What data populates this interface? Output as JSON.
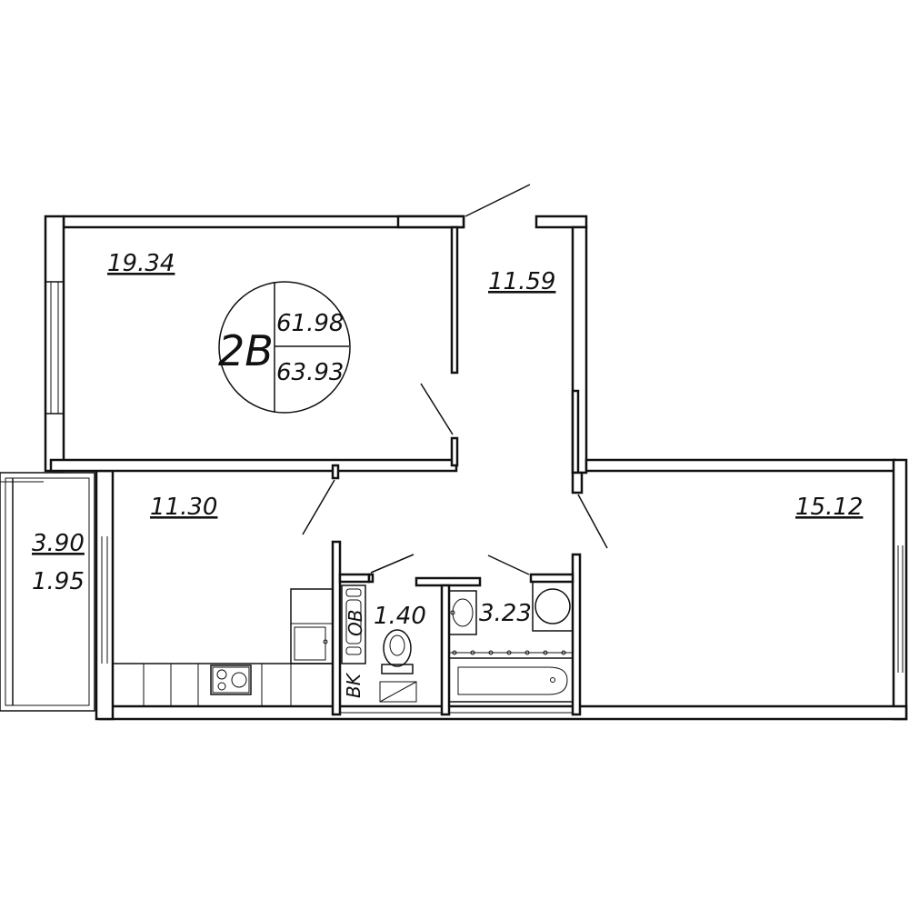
{
  "apartment": {
    "type": "2B",
    "living_area": "61.98",
    "total_area": "63.93"
  },
  "rooms": {
    "room_top_left": "19.34",
    "hall": "11.59",
    "kitchen": "11.30",
    "room_right": "15.12",
    "balcony_total": "3.90",
    "balcony_reduced": "1.95",
    "toilet": "1.40",
    "bathroom": "3.23"
  },
  "fixtures": {
    "ob_label": "OB",
    "vk_label": "BK"
  }
}
